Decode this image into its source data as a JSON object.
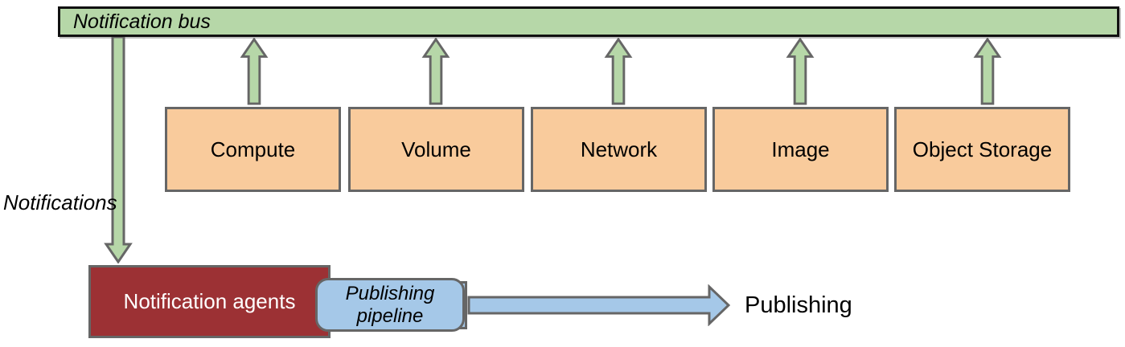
{
  "diagram": {
    "bus": {
      "label": "Notification bus"
    },
    "services": [
      {
        "label": "Compute"
      },
      {
        "label": "Volume"
      },
      {
        "label": "Network"
      },
      {
        "label": "Image"
      },
      {
        "label": "Object Storage"
      }
    ],
    "down_arrow_label": "Notifications",
    "agents": {
      "label": "Notification agents"
    },
    "pipeline": {
      "label": "Publishing pipeline"
    },
    "publishing": {
      "label": "Publishing"
    },
    "colors": {
      "green_fill": "#b6d7a8",
      "orange_fill": "#f9cb9c",
      "red_fill": "#9c3134",
      "blue_fill": "#a5c8e8",
      "gray_border": "#666666",
      "bus_border": "#111111"
    }
  }
}
